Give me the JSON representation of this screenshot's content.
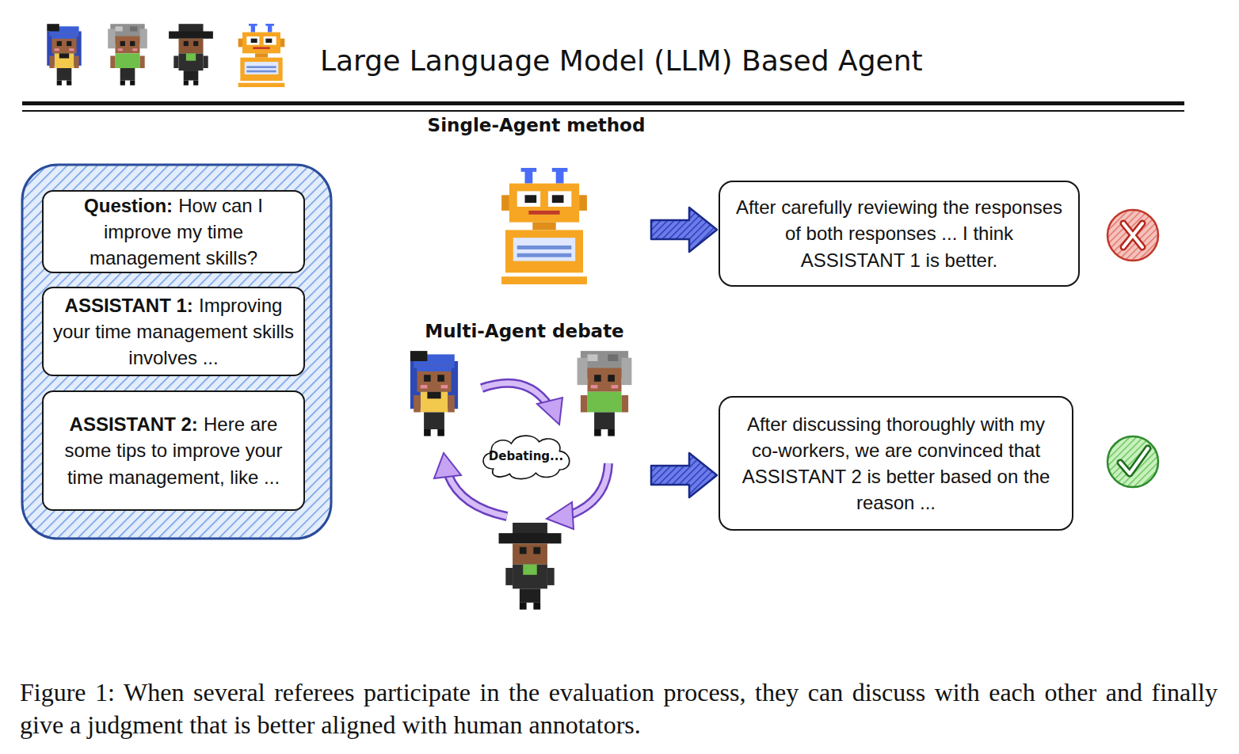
{
  "diagram": {
    "title": "Large Language Model (LLM) Based Agent",
    "caption": "Figure 1: When several referees participate in the evaluation process, they can discuss with each other and finally give a judgment that is better aligned with human annotators.",
    "nodes": [
      {
        "text": [
          "Question:",
          "How can I improve my time management skills?"
        ]
      },
      {
        "text": [
          "ASSISTANT 1:",
          "Improving your time management skills involves ..."
        ]
      },
      {
        "text": [
          "ASSISTANT 2:",
          "Here are some tips to improve your time management, like ..."
        ]
      },
      {
        "text": [
          "After carefully reviewing the responses of both responses ... I think ASSISTANT 1 is better."
        ]
      },
      {
        "text": [
          "Debating..."
        ]
      },
      {
        "text": [
          "After discussing thoroughly with my co-workers, we are convinced that ASSISTANT 2 is better based on the reason ..."
        ]
      }
    ],
    "labels": [
      "Single-Agent method",
      "Multi-Agent debate"
    ]
  }
}
